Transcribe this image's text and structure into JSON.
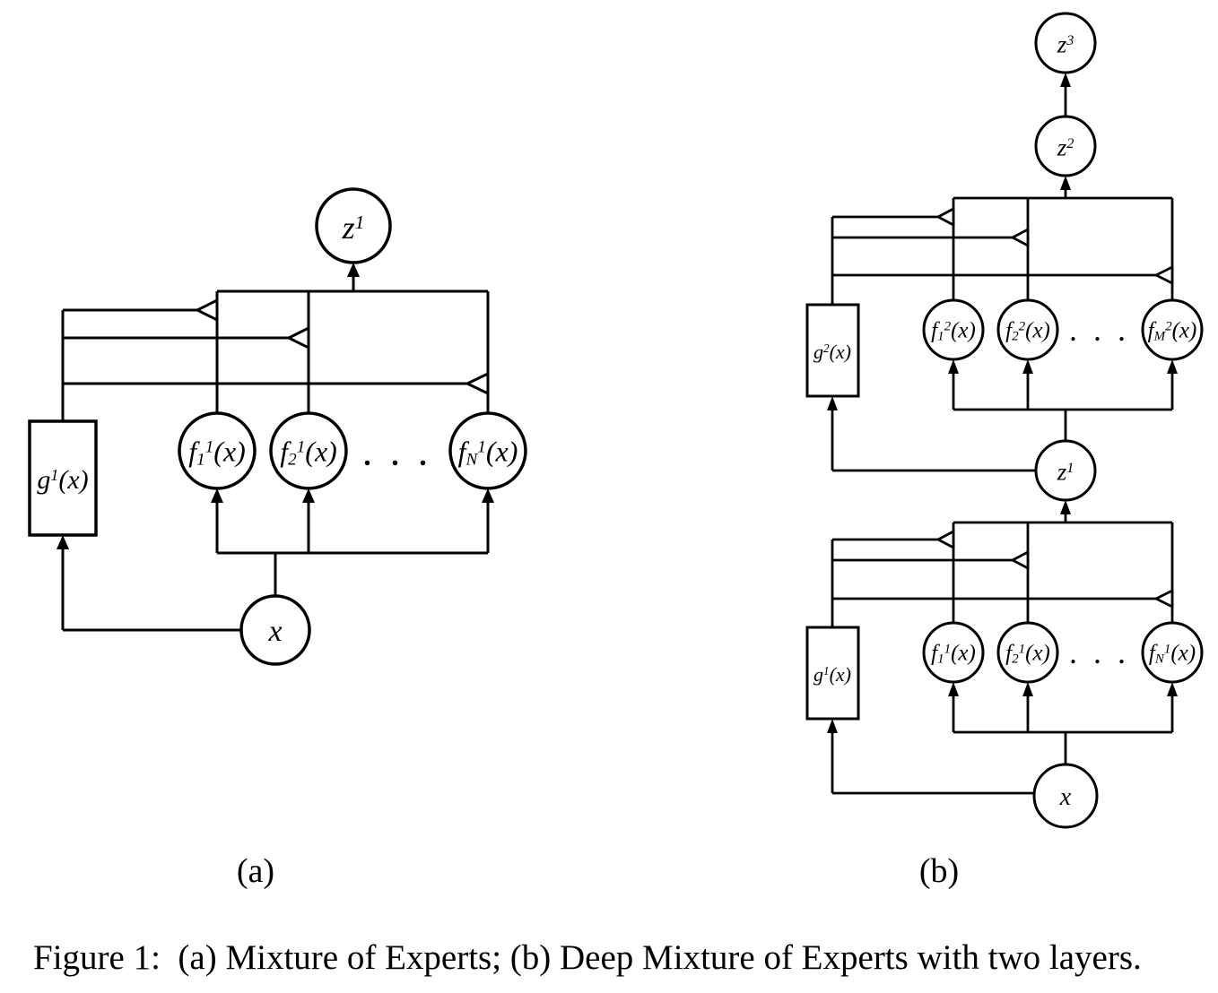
{
  "colors": {
    "line": "#000000",
    "background": "#ffffff"
  },
  "caption": "Figure 1:  (a) Mixture of Experts; (b) Deep Mixture of Experts with two layers.",
  "panel_a": {
    "label": "(a)",
    "z1": {
      "base": "z",
      "sup": "1"
    },
    "f1": {
      "base": "f",
      "sub": "1",
      "sup": "1",
      "args": "(x)"
    },
    "f2": {
      "base": "f",
      "sub": "2",
      "sup": "1",
      "args": "(x)"
    },
    "fN": {
      "base": "f",
      "sub": "N",
      "sup": "1",
      "args": "(x)"
    },
    "dots": ". . .",
    "g1": {
      "base": "g",
      "sup": "1",
      "args": "(x)"
    },
    "x": {
      "base": "x"
    }
  },
  "panel_b": {
    "label": "(b)",
    "z3": {
      "base": "z",
      "sup": "3"
    },
    "z2": {
      "base": "z",
      "sup": "2"
    },
    "z1": {
      "base": "z",
      "sup": "1"
    },
    "g2": {
      "base": "g",
      "sup": "2",
      "args": "(x)"
    },
    "g1": {
      "base": "g",
      "sup": "1",
      "args": "(x)"
    },
    "f1_2": {
      "base": "f",
      "sub": "1",
      "sup": "2",
      "args": "(x)"
    },
    "f2_2": {
      "base": "f",
      "sub": "2",
      "sup": "2",
      "args": "(x)"
    },
    "fM_2": {
      "base": "f",
      "sub": "M",
      "sup": "2",
      "args": "(x)"
    },
    "dots_upper": ". . .",
    "f1_1": {
      "base": "f",
      "sub": "1",
      "sup": "1",
      "args": "(x)"
    },
    "f2_1": {
      "base": "f",
      "sub": "2",
      "sup": "1",
      "args": "(x)"
    },
    "fN_1": {
      "base": "f",
      "sub": "N",
      "sup": "1",
      "args": "(x)"
    },
    "dots_lower": ". . .",
    "x": {
      "base": "x"
    }
  }
}
